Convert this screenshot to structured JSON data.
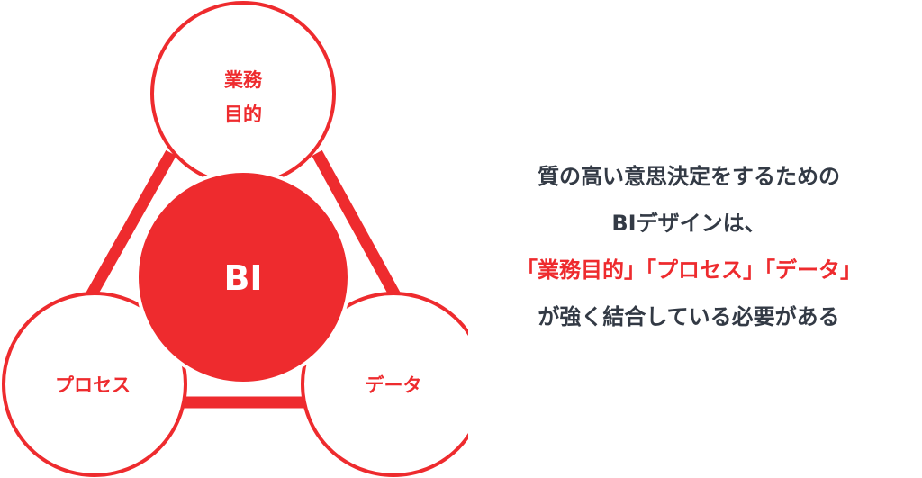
{
  "colors": {
    "accent": "#ee2b2e",
    "text": "#333a45",
    "background": "#ffffff"
  },
  "diagram": {
    "center_label": "BI",
    "top_label_line1": "業務",
    "top_label_line2": "目的",
    "left_label": "プロセス",
    "right_label": "データ"
  },
  "caption": {
    "line1": "質の高い意思決定をするための",
    "line2": "BIデザインは、",
    "line3": "「業務目的」「プロセス」「データ」",
    "line4": "が強く結合している必要がある"
  }
}
